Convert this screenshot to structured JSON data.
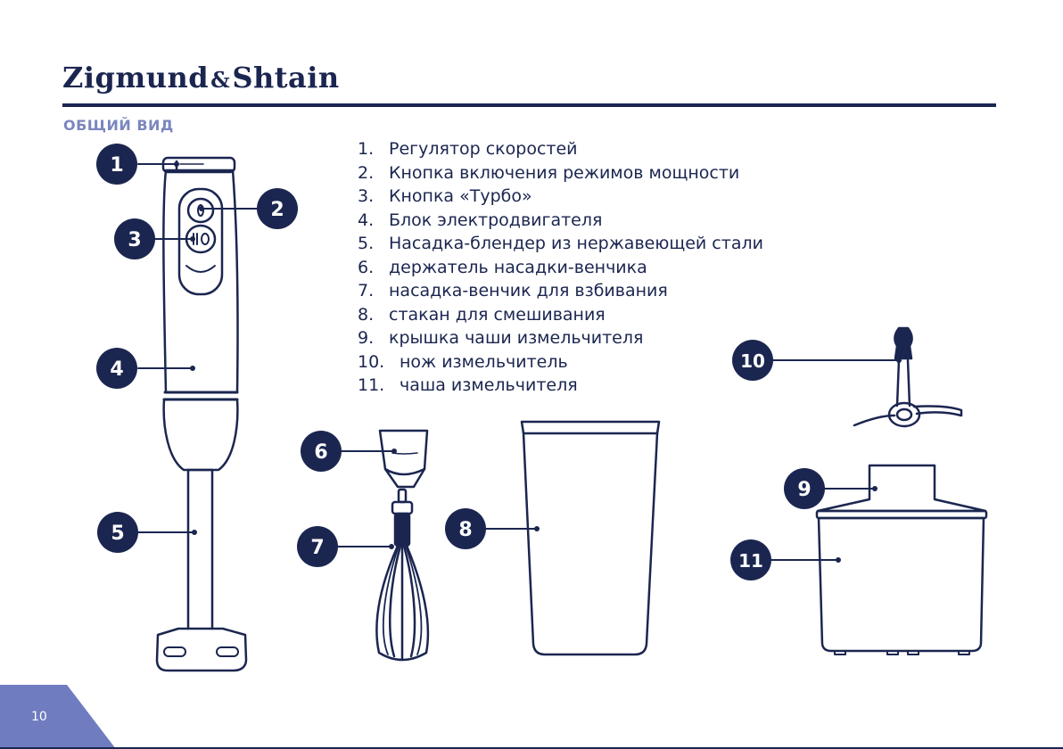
{
  "header": {
    "brand_left": "Zigmund",
    "brand_amp": "&",
    "brand_right": "Shtain"
  },
  "section": {
    "title": "ОБЩИЙ ВИД"
  },
  "parts": [
    {
      "num": "1.",
      "label": "Регулятор скоростей"
    },
    {
      "num": "2.",
      "label": "Кнопка включения режимов мощности"
    },
    {
      "num": "3.",
      "label": "Кнопка «Турбо»"
    },
    {
      "num": "4.",
      "label": "Блок электродвигателя"
    },
    {
      "num": "5.",
      "label": "Насадка-блендер из нержавеющей стали"
    },
    {
      "num": "6.",
      "label": "держатель насадки-венчика"
    },
    {
      "num": "7.",
      "label": "насадка-венчик для взбивания"
    },
    {
      "num": "8.",
      "label": "стакан для смешивания"
    },
    {
      "num": "9.",
      "label": "крышка чаши измельчителя"
    },
    {
      "num": "10.",
      "label": "нож измельчитель"
    },
    {
      "num": "11.",
      "label": "чаша измельчителя"
    }
  ],
  "callouts": [
    "1",
    "2",
    "3",
    "4",
    "5",
    "6",
    "7",
    "8",
    "9",
    "10",
    "11"
  ],
  "colors": {
    "navy": "#1b2650",
    "accent": "#7a86be",
    "corner": "#6f7cc0"
  },
  "footer": {
    "page_number": "10"
  }
}
